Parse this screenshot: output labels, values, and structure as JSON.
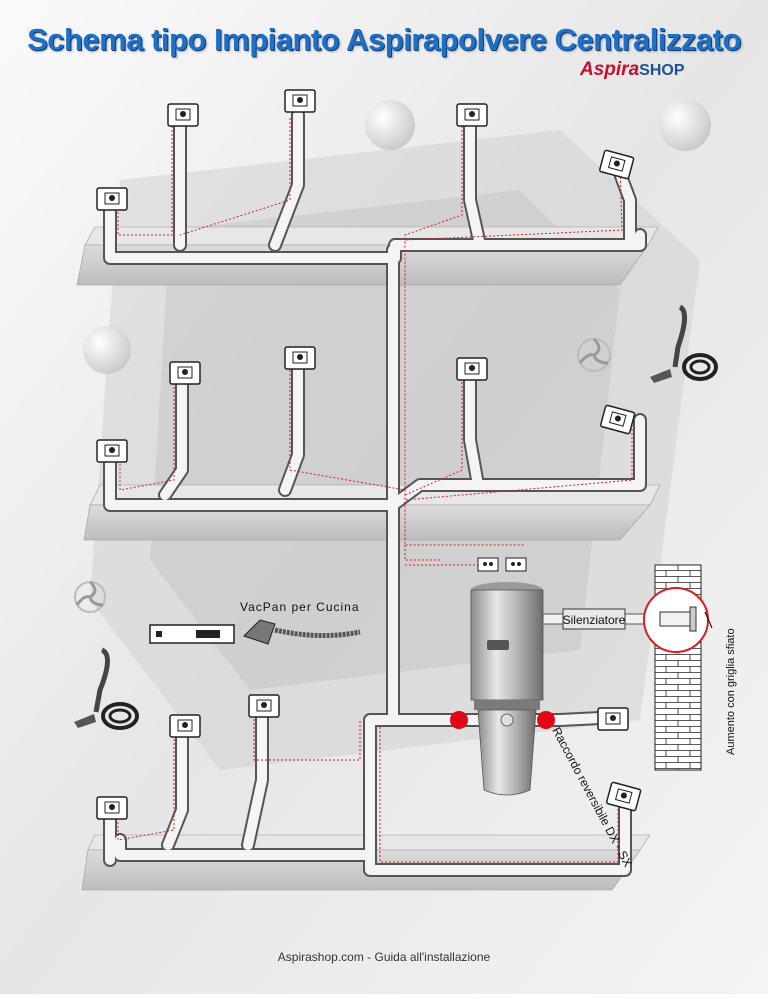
{
  "page": {
    "title": "Schema tipo Impianto Aspirapolvere Centralizzato",
    "brand_primary": "Aspira",
    "brand_secondary": "SHOP",
    "footer": "Aspirashop.com - Guida all'installazione"
  },
  "labels": {
    "vacpan": "VacPan per Cucina",
    "silencer": "Silenziatore",
    "fitting": "Raccordo reversibile DX - SX",
    "exhaust": "Aumento con griglia sfiato"
  },
  "colors": {
    "title": "#1f6fc4",
    "brand_red": "#c8102e",
    "brand_blue": "#1f4f9c",
    "wiring": "#d81e1e",
    "pipe": "#f2f2f2",
    "shelf": "#cfcfcf"
  }
}
